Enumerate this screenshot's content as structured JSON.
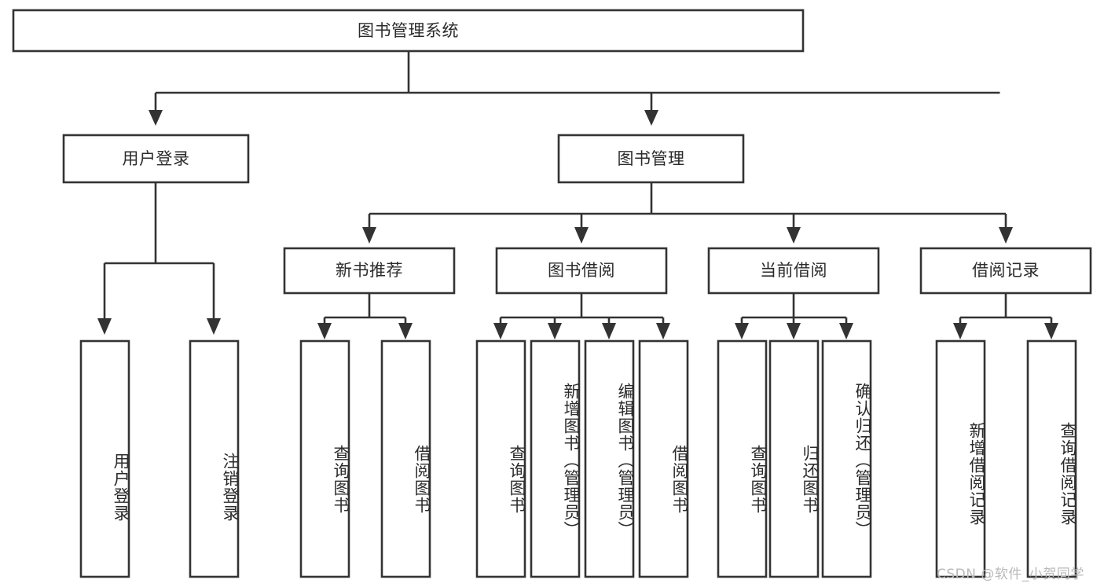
{
  "diagram": {
    "type": "tree-hierarchy",
    "title": "图书管理系统",
    "orientation": "top-down",
    "watermark": "CSDN @软件_小贺同学",
    "colors": {
      "stroke": "#333333",
      "fill": "#ffffff",
      "text": "#2b2b2b",
      "watermark": "#b9b9b9"
    },
    "nodes": {
      "root": {
        "label": "图书管理系统",
        "level": 1
      },
      "l2": [
        {
          "label": "用户登录",
          "level": 2
        },
        {
          "label": "图书管理",
          "level": 2
        }
      ],
      "l3": [
        {
          "label": "新书推荐",
          "level": 3
        },
        {
          "label": "图书借阅",
          "level": 3
        },
        {
          "label": "当前借阅",
          "level": 3
        },
        {
          "label": "借阅记录",
          "level": 3
        }
      ],
      "leaves_login": [
        {
          "label": "用户登录",
          "level": 3
        },
        {
          "label": "注销登录",
          "level": 3
        }
      ],
      "leaves_newbook": [
        {
          "label": "查询图书",
          "level": 4
        },
        {
          "label": "借阅图书",
          "level": 4
        }
      ],
      "leaves_borrow": [
        {
          "label": "查询图书",
          "level": 4
        },
        {
          "label": "新增图书（管理员）",
          "level": 4
        },
        {
          "label": "编辑图书（管理员）",
          "level": 4
        },
        {
          "label": "借阅图书",
          "level": 4
        }
      ],
      "leaves_current": [
        {
          "label": "查询图书",
          "level": 4
        },
        {
          "label": "归还图书",
          "level": 4
        },
        {
          "label": "确认归还（管理员）",
          "level": 4
        }
      ],
      "leaves_record": [
        {
          "label": "新增借阅记录",
          "level": 4
        },
        {
          "label": "查询借阅记录",
          "level": 4
        }
      ]
    },
    "edges": [
      {
        "from": "图书管理系统",
        "to": "用户登录"
      },
      {
        "from": "图书管理系统",
        "to": "图书管理"
      },
      {
        "from": "用户登录",
        "to": "用户登录"
      },
      {
        "from": "用户登录",
        "to": "注销登录"
      },
      {
        "from": "图书管理",
        "to": "新书推荐"
      },
      {
        "from": "图书管理",
        "to": "图书借阅"
      },
      {
        "from": "图书管理",
        "to": "当前借阅"
      },
      {
        "from": "图书管理",
        "to": "借阅记录"
      },
      {
        "from": "新书推荐",
        "to": "查询图书"
      },
      {
        "from": "新书推荐",
        "to": "借阅图书"
      },
      {
        "from": "图书借阅",
        "to": "查询图书"
      },
      {
        "from": "图书借阅",
        "to": "新增图书（管理员）"
      },
      {
        "from": "图书借阅",
        "to": "编辑图书（管理员）"
      },
      {
        "from": "图书借阅",
        "to": "借阅图书"
      },
      {
        "from": "当前借阅",
        "to": "查询图书"
      },
      {
        "from": "当前借阅",
        "to": "归还图书"
      },
      {
        "from": "当前借阅",
        "to": "确认归还（管理员）"
      },
      {
        "from": "借阅记录",
        "to": "新增借阅记录"
      },
      {
        "from": "借阅记录",
        "to": "查询借阅记录"
      }
    ]
  }
}
